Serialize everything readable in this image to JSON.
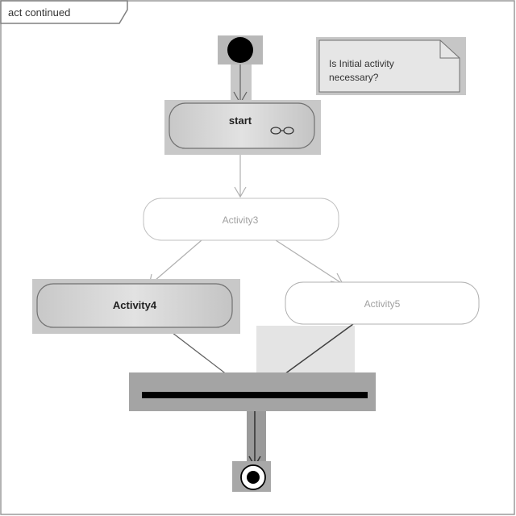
{
  "frame": {
    "title": "act continued"
  },
  "note": {
    "lines": [
      "Is Initial activity",
      "necessary?"
    ]
  },
  "nodes": {
    "initial": {
      "name": "initial"
    },
    "start": {
      "label": "start"
    },
    "activity3": {
      "label": "Activity3"
    },
    "activity4": {
      "label": "Activity4"
    },
    "activity5": {
      "label": "Activity5"
    },
    "join": {
      "name": "join"
    },
    "final": {
      "name": "final"
    }
  },
  "colors": {
    "frame_border": "#808080",
    "node_fill_gray": "#d4d4d4",
    "node_fill_white": "#ffffff",
    "shadow": "#b4b4b4",
    "note_fill": "#e6e6e6",
    "edge": "#606060",
    "bar": "#000000",
    "faded_text": "#a0a0a0"
  }
}
